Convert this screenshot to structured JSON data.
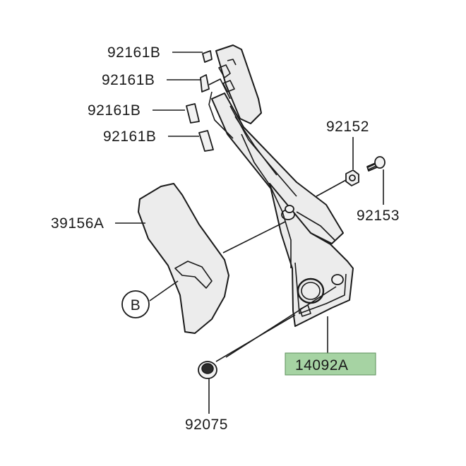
{
  "labels": {
    "p92161b_1": "92161B",
    "p92161b_2": "92161B",
    "p92161b_3": "92161B",
    "p92161b_4": "92161B",
    "p92152": "92152",
    "p92153": "92153",
    "p39156a": "39156A",
    "callout_b": "B",
    "p14092a": "14092A",
    "p92075": "92075"
  },
  "colors": {
    "highlight": "#a6d3a3",
    "part_fill": "#ececec",
    "line": "#1a1a1a"
  }
}
